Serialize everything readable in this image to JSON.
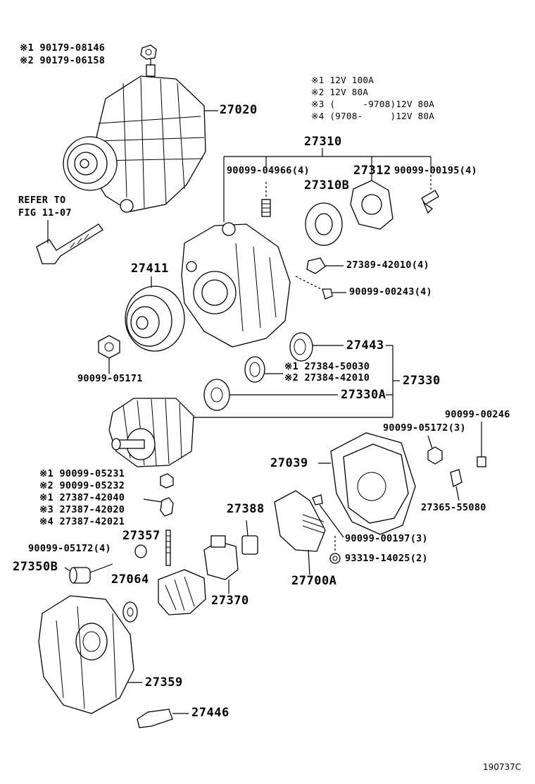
{
  "diagram_code": "190737C",
  "notes": [
    {
      "mark": "※1",
      "text": "12V 100A"
    },
    {
      "mark": "※2",
      "text": "12V 80A"
    },
    {
      "mark": "※3",
      "text": "(     -9708)12V 80A"
    },
    {
      "mark": "※4",
      "text": "(9708-     )12V 80A"
    }
  ],
  "refer": {
    "line1": "REFER TO",
    "line2": "FIG 11-07"
  },
  "labels": {
    "nut_top_1": "※1 90179-08146",
    "nut_top_2": "※2 90179-06158",
    "alternator": "27020",
    "frame_assy": "27310",
    "screw_04966": "90099-04966(4)",
    "p27312": "27312",
    "screw_00195": "90099-00195(4)",
    "bearing_27310b": "27310B",
    "insulator_27389": "27389-42010(4)",
    "screw_00243": "90099-00243(4)",
    "pulley": "27411",
    "nut_05171": "90099-05171",
    "cover_27443": "27443",
    "plate_1": "※1 27384-50030",
    "plate_2": "※2 27384-42010",
    "rotor_27330": "27330",
    "bearing_27330a": "27330A",
    "nut_00246": "90099-00246",
    "nut_05172_3": "90099-05172(3)",
    "cover_27039": "27039",
    "terminal_27365": "27365-55080",
    "nut_05231": "※1 90099-05231",
    "nut_05232": "※2 90099-05232",
    "ins_42040": "※1 27387-42040",
    "ins_42020": "※3 27387-42020",
    "ins_42021": "※4 27387-42021",
    "bolt_27357": "27357",
    "nut_05172_4": "90099-05172(4)",
    "cap_27350b": "27350B",
    "washer_27064": "27064",
    "holder_27388": "27388",
    "brush_27370": "27370",
    "regulator_27700a": "27700A",
    "screw_00197": "90099-00197(3)",
    "washer_93319": "93319-14025(2)",
    "frame_27359": "27359",
    "bracket_27446": "27446"
  }
}
